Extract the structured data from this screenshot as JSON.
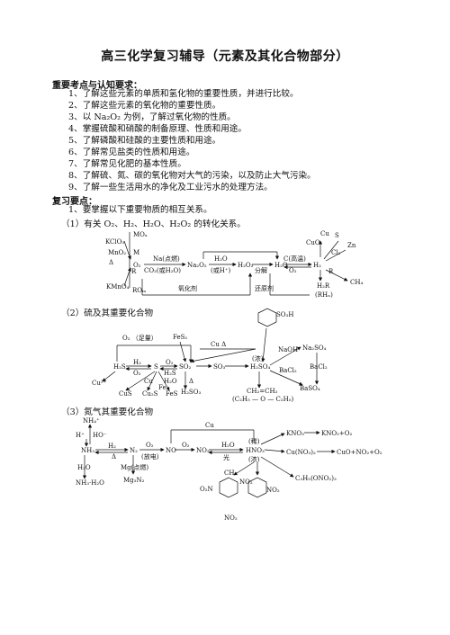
{
  "title": "高三化学复习辅导（元素及其化合物部分）",
  "section1": {
    "heading": "重要考点与认知要求：",
    "items": [
      "1、了解这些元素的单质和氢化物的重要性质，并进行比较。",
      "2、了解这些元素的氧化物的重要性质。",
      "3、以 Na₂O₂ 为例，了解过氧化物的性质。",
      "4、掌握硫酸和硝酸的制备原理、性质和用途。",
      "5、了解磷酸和硅酸的主要性质和用途。",
      "6、了解常见盐类的性质和用途。",
      "7、了解常见化肥的基本性质。",
      "8、了解硫、氮、碳的氧化物对大气的污染，以及防止大气污染。",
      "9、了解一些生活用水的净化及工业污水的处理方法。"
    ]
  },
  "section2": {
    "heading": "复习要点：",
    "intro": "1、要掌握以下重要物质的相互关系。",
    "sub1": "（1）有关 O₂、H₂、H₂O、H₂O₂ 的转化关系。",
    "sub2": "（2）硫及其重要化合物",
    "sub3": "（3）氮气其重要化合物"
  },
  "diagram_oxygen": {
    "kclo3": "KClO₃",
    "mno2": "MnO₂",
    "kmno4": "KMnO₄",
    "mo": "MOₓ",
    "m": "M",
    "r": "R",
    "o2": "O₂",
    "rom": "ROₘ",
    "na": "Na(点燃)",
    "co2": "CO₂(或H₂O)",
    "na2o2": "Na₂O₂",
    "h2o_l": "H₂O",
    "hplus": "(或H⁺)",
    "h2o2": "H₂O₂",
    "fenjie": "分解",
    "h2o": "H₂O",
    "c": "C(高温)",
    "o2b": "O₂",
    "h2": "H₂",
    "cu": "Cu",
    "cuo": "CuO",
    "s": "S",
    "zn": "Zn",
    "cl2": "Cl₂",
    "h2r": "H₂R",
    "rhn": "(RHₙ)",
    "ch4": "CH₄",
    "r2": "R",
    "oxid": "氧化剂",
    "red": "还原剂",
    "delta": "Δ"
  },
  "diagram_sulfur": {
    "o2zl": "O₂ （足量）",
    "fes2": "FeS₂",
    "cu": "Cu Δ",
    "h2s": "H₂S",
    "h2": "H₂",
    "o2a": "O₂",
    "s": "S",
    "o2b": "O₂",
    "so2": "SO₂",
    "so3": "SO₃",
    "h2so4": "H₂SO₄",
    "nong": "(浓)",
    "h2sb": "H₂S",
    "h2oc": "H₂O",
    "h2so3": "H₂SO₃",
    "cu2": "Cu²⁺",
    "cus": "CuS",
    "cu2s": "Cu₂S",
    "fes": "FeS",
    "cuc": "Cu",
    "fe": "Fe",
    "so3h": "SO₃H",
    "naoh": "NaOH",
    "na2so4": "Na₂SO₄",
    "bacl2": "BaCl₂",
    "bacl2b": "BaCl₂",
    "baso4": "BaSO₄",
    "ch2ch2": "CH₂=CH₂",
    "ether": "(C₂H₅ — O — C₂H₅)",
    "delta": "Δ"
  },
  "diagram_nitrogen": {
    "nh4": "NH₄⁺",
    "hplus": "H⁺",
    "ho": "HO⁻",
    "nh3": "NH₃",
    "h2": "H₂",
    "n2": "N₂",
    "o2a": "O₂",
    "fangdian": "(放电)",
    "no": "NO",
    "o2b": "O₂",
    "no2": "NO₂",
    "h2o": "H₂O",
    "guang": "光",
    "hno3": "HNO₃",
    "xi": "(稀)",
    "nong": "(浓)",
    "cu": "Cu",
    "kno3": "KNO₃",
    "kno2": "KNO₂+O₂",
    "cuno3": "Cu(NO₃)₂",
    "cuo": "CuO+NO₂+O₂",
    "mg": "Mg(点燃)",
    "mg3n2": "Mg₃N₂",
    "h2ob": "H₂O",
    "nh3h2o": "NH₃·H₂O",
    "ch3": "CH₃",
    "o2n": "O₂N",
    "no2b": "NO₂",
    "no2c": "NO₂",
    "no2d": "NO₂",
    "c3h5": "C₃H₅(ONO₂)₃",
    "delta": "Δ"
  }
}
